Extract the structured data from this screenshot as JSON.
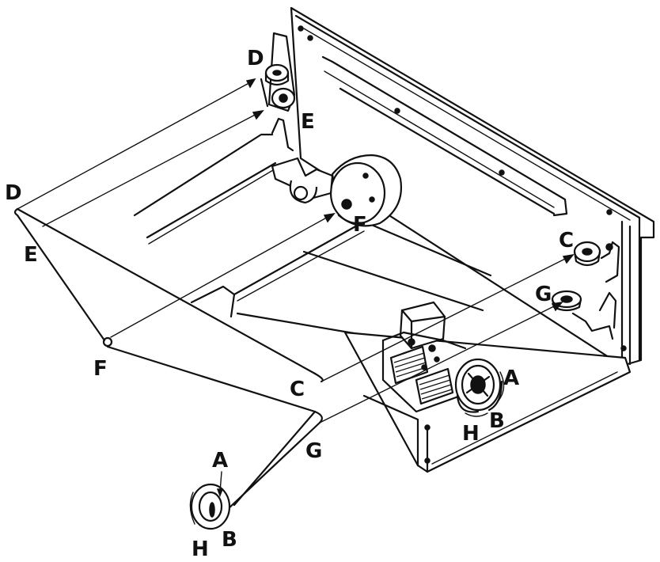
{
  "labels": {
    "d_top": "D",
    "e_top": "E",
    "f_pulley": "F",
    "c_right": "C",
    "g_right": "G",
    "a_right": "A",
    "b_right": "B",
    "h_right": "H",
    "d_left": "D",
    "e_left": "E",
    "f_left": "F",
    "c_mid": "C",
    "g_mid": "G",
    "a_bottom": "A",
    "b_bottom": "B",
    "h_bottom": "H"
  },
  "colors": {
    "ink": "#111111",
    "paper": "#ffffff"
  }
}
